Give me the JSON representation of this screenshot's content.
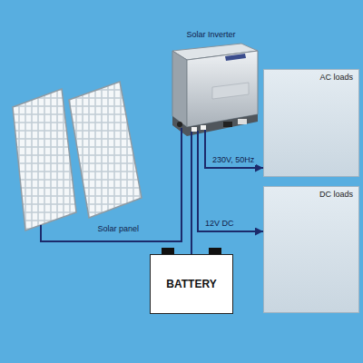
{
  "diagram": {
    "nodes": [
      {
        "text": [
          "Solar panel"
        ]
      },
      {
        "text": [
          "Solar Inverter"
        ]
      },
      {
        "text": [
          "AC loads"
        ]
      },
      {
        "text": [
          "DC loads"
        ]
      },
      {
        "text": [
          "BATTERY"
        ]
      }
    ],
    "edges": [
      {
        "from": 0,
        "to": 1,
        "arrow": "none"
      },
      {
        "from": 1,
        "to": 2,
        "label": "230V, 50Hz",
        "arrow": "to"
      },
      {
        "from": 1,
        "to": 3,
        "label": "12V DC",
        "arrow": "to"
      },
      {
        "from": 1,
        "to": 4,
        "arrow": "none"
      }
    ]
  }
}
